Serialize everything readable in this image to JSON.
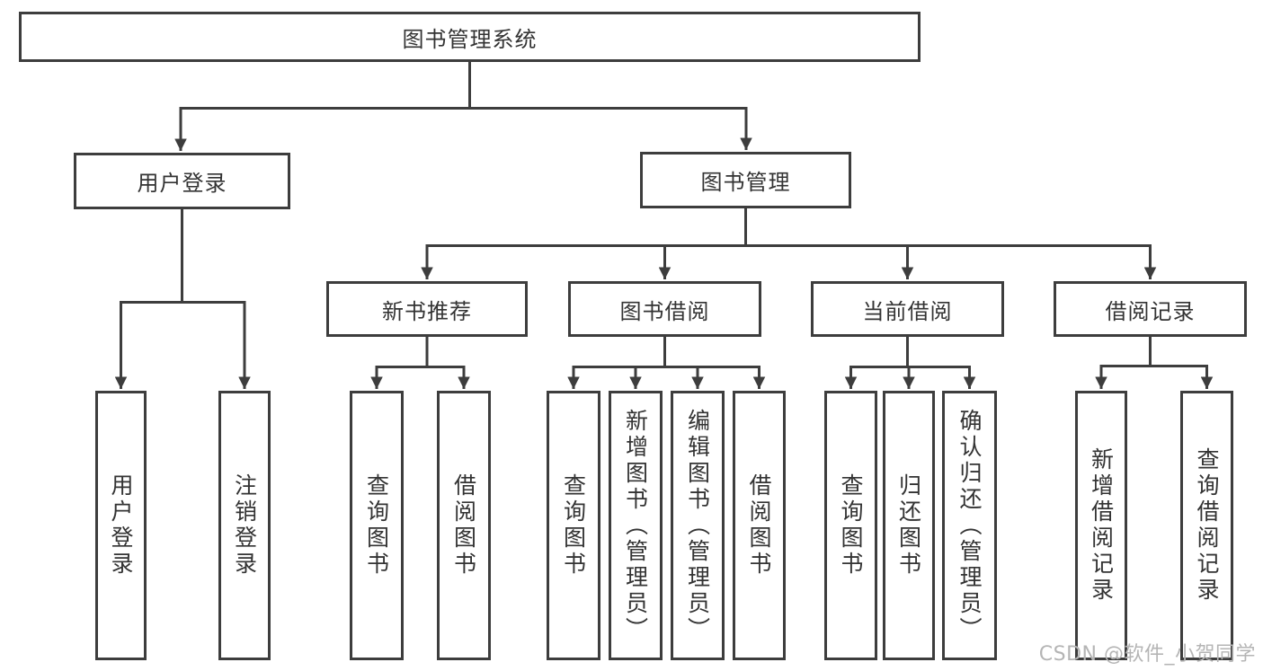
{
  "watermark": "CSDN @软件_小贺同学",
  "colors": {
    "line": "#3d3d3d",
    "text": "#333333",
    "background": "#ffffff",
    "watermark": "#b5b5b5"
  },
  "tree": {
    "root": "图书管理系统",
    "level1": [
      {
        "label": "用户登录"
      },
      {
        "label": "图书管理"
      }
    ],
    "level2": [
      {
        "label": "新书推荐"
      },
      {
        "label": "图书借阅"
      },
      {
        "label": "当前借阅"
      },
      {
        "label": "借阅记录"
      }
    ],
    "leaves": {
      "user_login": [
        "用户登录",
        "注销登录"
      ],
      "new_book_recommend": [
        "查询图书",
        "借阅图书"
      ],
      "book_borrow": [
        "查询图书",
        "新增图书（管理员）",
        "编辑图书（管理员）",
        "借阅图书"
      ],
      "current_borrow": [
        "查询图书",
        "归还图书",
        "确认归还（管理员）"
      ],
      "borrow_records": [
        "新增借阅记录",
        "查询借阅记录"
      ]
    }
  }
}
